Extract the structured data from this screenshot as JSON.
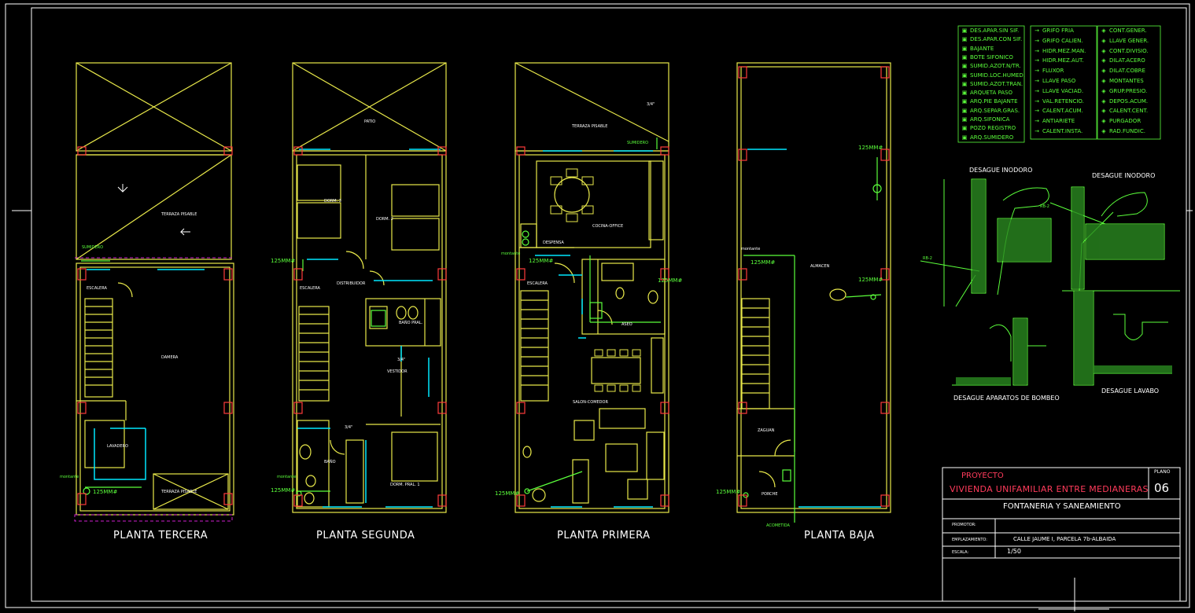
{
  "colors": {
    "background": "#000000",
    "wall": "#e8e84a",
    "water": "#00e8ff",
    "drain": "#5bff3b",
    "column": "#ff3b3b",
    "border": "#ffffff",
    "title_red": "#ff3b5b",
    "magenta": "#d020d0"
  },
  "plans": [
    {
      "title": "PLANTA TERCERA",
      "rooms": [
        "TERRAZA PISABLE",
        "SUMIDERO",
        "ESCALERA",
        "DAMERA",
        "LAVADERO",
        "TERRAZA PISABLE",
        "montante"
      ],
      "flow_label": "125MM#"
    },
    {
      "title": "PLANTA SEGUNDA",
      "rooms": [
        "PATIO",
        "DORM. 3",
        "DORM. 2",
        "ESCALERA",
        "DISTRIBUIDOR",
        "BAÑO PRAL.",
        "VESTIDOR",
        "BAÑO",
        "DORM. PRAL. 1",
        "montante"
      ],
      "flow_label": "125MM#",
      "pipe_label_a": "3/4\"",
      "pipe_label_b": "3/4\""
    },
    {
      "title": "PLANTA PRIMERA",
      "rooms": [
        "TERRAZA PISABLE",
        "SUMIDERO",
        "COCINA-OFFICE",
        "DESPENSA",
        "ESCALERA",
        "ASEO",
        "SALON-COMEDOR",
        "montante"
      ],
      "flow_label": "125MM#",
      "pipe_label_a": "3/4\""
    },
    {
      "title": "PLANTA BAJA",
      "rooms": [
        "ALMACEN",
        "ZAGUAN",
        "PORCHE",
        "ACOMETIDA",
        "montante"
      ],
      "flow_label": "125MM#"
    }
  ],
  "legend": {
    "col1": [
      "DES.APAR.SIN SIF.",
      "DES.APAR.CON SIF.",
      "BAJANTE",
      "BOTE SIFONICO",
      "SUMID.AZOT.N/TR.",
      "SUMID.LOC.HUMED.",
      "SUMID.AZOT.TRAN.",
      "ARQUETA PASO",
      "ARQ.PIE BAJANTE",
      "ARQ.SEPAR.GRAS.",
      "ARQ.SIFONICA",
      "POZO REGISTRO",
      "ARQ.SUMIDERO"
    ],
    "col2": [
      "GRIFO FRIA",
      "GRIFO CALIEN.",
      "HIDR.MEZ.MAN.",
      "HIDR.MEZ.AUT.",
      "FLUXOR",
      "LLAVE PASO",
      "LLAVE VACIAD.",
      "VAL.RETENCIO.",
      "CALENT.ACUM.",
      "ANTIARIETE",
      "CALENT.INSTA."
    ],
    "col3": [
      "CONT.GENER.",
      "LLAVE GENER.",
      "CONT.DIVISIO.",
      "DILAT.ACERO",
      "DILAT.COBRE",
      "MONTANTES",
      "GRUP.PRESIO.",
      "DEPOS.ACUM.",
      "CALENT.CENT.",
      "PURGADOR",
      "RAD.FUNDIC."
    ]
  },
  "details": {
    "desague_inodoro_1": "DESAGUE INODORO",
    "desague_inodoro_2": "DESAGUE INODORO",
    "desague_bombeo": "DESAGUE APARATOS DE BOMBEO",
    "desague_lavabo": "DESAGUE LAVABO",
    "pipe_tag": "RB-2"
  },
  "title_block": {
    "proyecto_label": "PROYECTO",
    "proyecto_value": "VIVIENDA UNIFAMILIAR ENTRE MEDIANERAS",
    "plano_label": "PLANO",
    "plano_value": "06",
    "subject": "FONTANERIA Y SANEAMIENTO",
    "row1_label": "PROMOTOR:",
    "row1_value": "",
    "row2_label": "EMPLAZAMIENTO:",
    "row2_value": "CALLE JAUME I, PARCELA 7b-ALBAIDA",
    "row3_label": "ESCALA:",
    "row3_value": "1/50"
  }
}
